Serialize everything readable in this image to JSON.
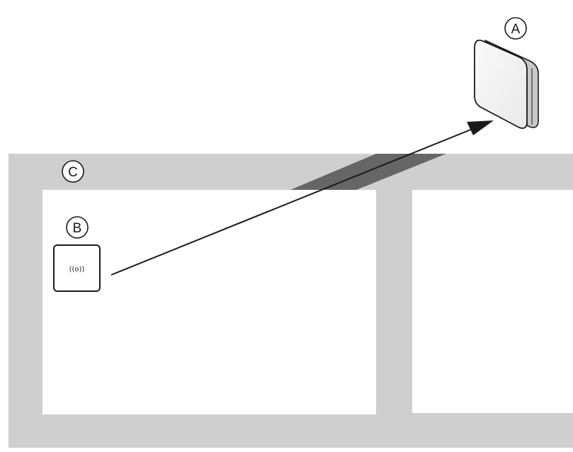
{
  "callouts": {
    "a": "A",
    "b": "B",
    "c": "C"
  },
  "sensor": {
    "symbol": "((o))",
    "icon": "wireless-signal-icon"
  },
  "colors": {
    "wall": "#cfcfcf",
    "wall_penetration": "#666666",
    "outline": "#1a1a1a",
    "background": "#ffffff"
  }
}
